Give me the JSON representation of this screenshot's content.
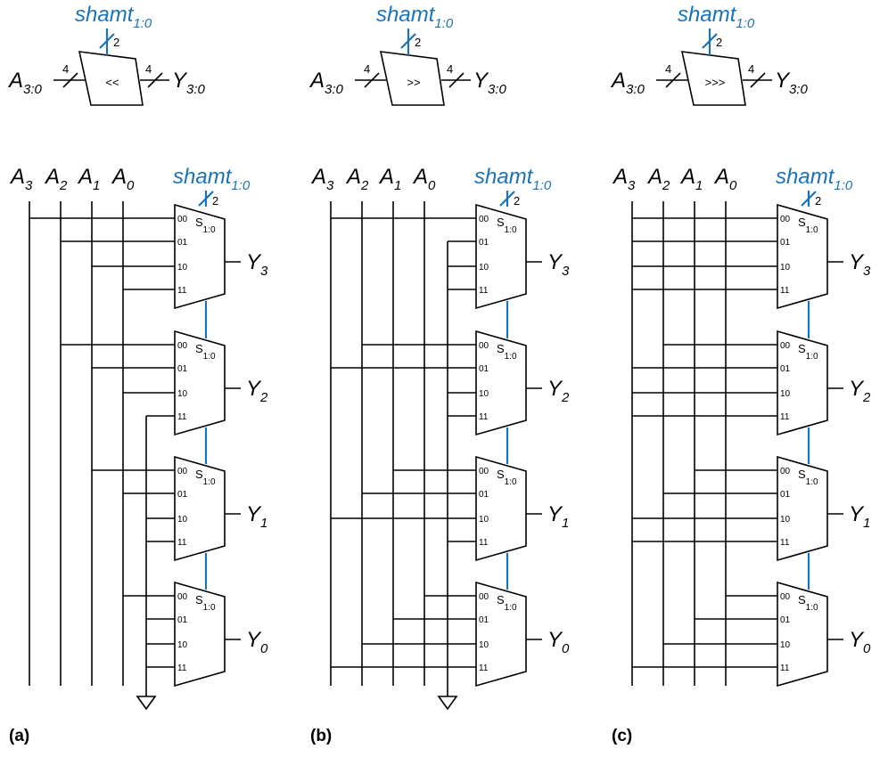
{
  "colors": {
    "wire": "#000000",
    "select": "#1a73b8"
  },
  "symbol_width_label": "4",
  "select_width_label": "2",
  "select_name": "shamt",
  "select_sub": "1:0",
  "input_name": "A",
  "input_sub": "3:0",
  "output_name": "Y",
  "output_sub": "3:0",
  "select_port_name": "S",
  "select_port_sub": "1:0",
  "mux_inputs": [
    "00",
    "01",
    "10",
    "11"
  ],
  "input_bits": [
    "3",
    "2",
    "1",
    "0"
  ],
  "outputs": [
    "3",
    "2",
    "1",
    "0"
  ],
  "panels": [
    {
      "label": "(a)",
      "op": "<<"
    },
    {
      "label": "(b)",
      "op": ">>"
    },
    {
      "label": "(c)",
      "op": ">>>"
    }
  ]
}
